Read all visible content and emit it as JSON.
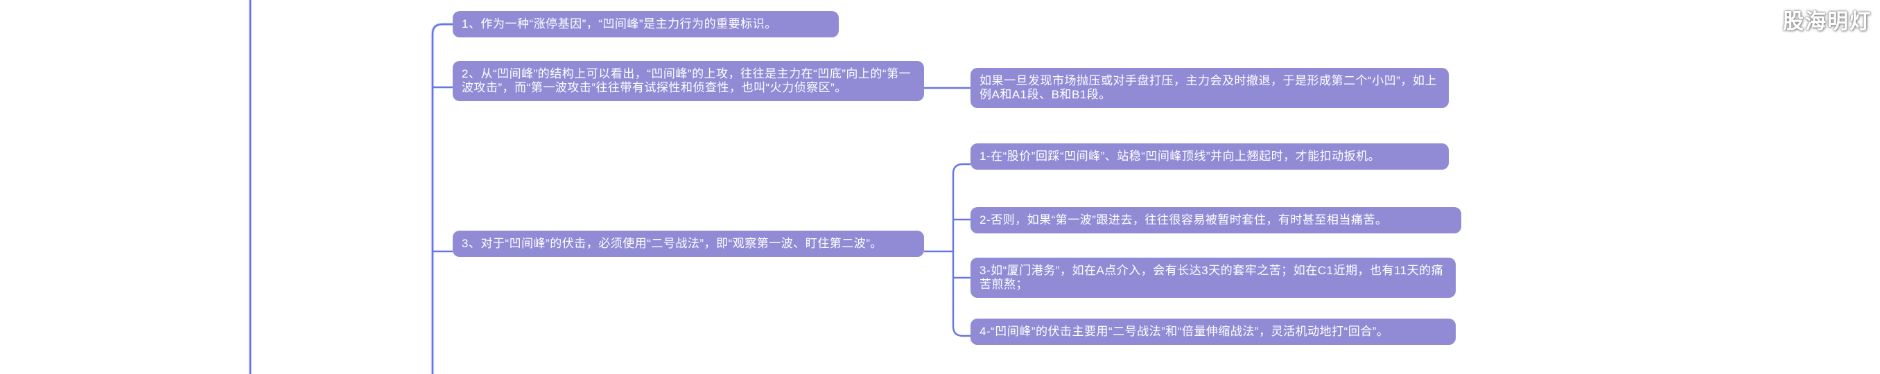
{
  "watermark": "股海明灯",
  "colors": {
    "background": "#ffffff",
    "node_fill": "#918BD6",
    "node_text": "#ffffff",
    "connector": "#6775E9"
  },
  "mindmap": {
    "topics": [
      {
        "id": "1",
        "text": "1、作为一种“涨停基因”，“凹间峰”是主力行为的重要标识。",
        "children": []
      },
      {
        "id": "2",
        "text": "2、从“凹间峰”的结构上可以看出，“凹间峰”的上攻，往往是主力在“凹底”向上的“第一波攻击”，而“第一波攻击”往往带有试探性和侦查性，也叫“火力侦察区”。",
        "children": [
          {
            "text": "如果一旦发现市场抛压或对手盘打压，主力会及时撤退，于是形成第二个“小凹”，如上例A和A1段、B和B1段。"
          }
        ]
      },
      {
        "id": "3",
        "text": "3、对于“凹间峰”的伏击，必须使用“二号战法”，即“观察第一波、盯住第二波”。",
        "children": [
          {
            "text": "1-在“股价”回踩“凹间峰”、站稳“凹间峰顶线”并向上翘起时，才能扣动扳机。"
          },
          {
            "text": "2-否则，如果“第一波”跟进去，往往很容易被暂时套住，有时甚至相当痛苦。"
          },
          {
            "text": "3-如“厦门港务”，如在A点介入，会有长达3天的套牢之苦；如在C1近期，也有11天的痛苦煎熬；"
          },
          {
            "text": "4-“凹间峰”的伏击主要用“二号战法”和“倍量伸缩战法”，灵活机动地打“回合”。"
          }
        ]
      }
    ]
  }
}
